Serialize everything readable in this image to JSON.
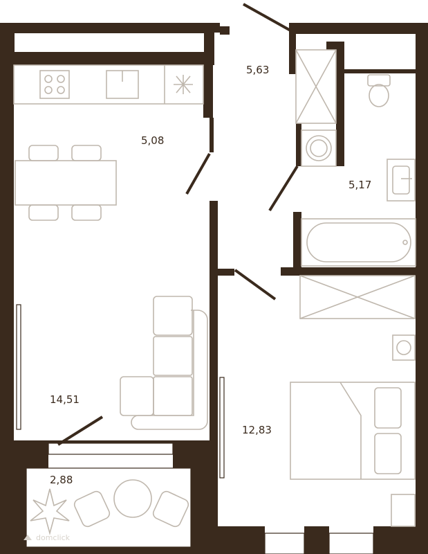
{
  "plan": {
    "rooms": [
      {
        "id": "hall",
        "area": "5,63"
      },
      {
        "id": "kitchen",
        "area": "5,08"
      },
      {
        "id": "bathroom",
        "area": "5,17"
      },
      {
        "id": "living",
        "area": "14,51"
      },
      {
        "id": "bedroom",
        "area": "12,83"
      },
      {
        "id": "balcony",
        "area": "2,88"
      }
    ],
    "colors": {
      "wall": "#3a2a1d",
      "furniture": "#bfb7ad",
      "background": "#ffffff"
    },
    "icons": [
      "cooktop-icon",
      "sink-icon",
      "fridge-icon",
      "toilet-icon",
      "washing-machine-icon",
      "bathtub-icon",
      "bed-icon",
      "sofa-icon",
      "dining-table-icon",
      "plant-icon",
      "armchair-icon",
      "watermark-logo-icon"
    ]
  },
  "watermark": "domclick"
}
